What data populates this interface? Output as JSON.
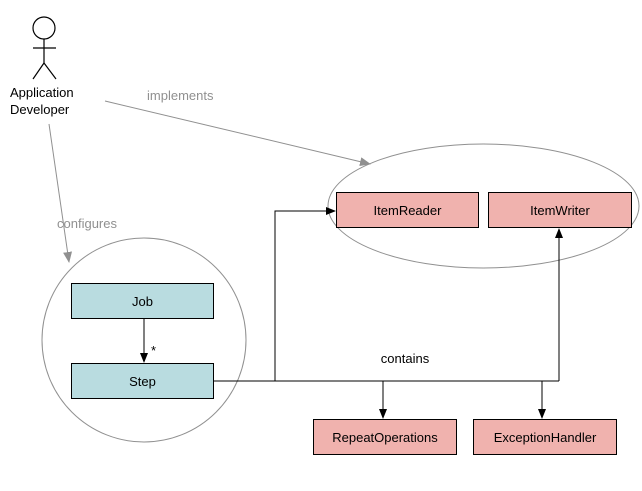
{
  "diagram": {
    "title_hint": "UML-style diagram of batch framework concepts",
    "actor": {
      "label": "Application Developer"
    },
    "labels": {
      "implements": "implements",
      "configures": "configures",
      "contains": "contains",
      "multiplicity": "*"
    },
    "nodes": {
      "job": {
        "label": "Job",
        "fill": "#b9dce0"
      },
      "step": {
        "label": "Step",
        "fill": "#b9dce0"
      },
      "item_reader": {
        "label": "ItemReader",
        "fill": "#f0b2ae"
      },
      "item_writer": {
        "label": "ItemWriter",
        "fill": "#f0b2ae"
      },
      "repeat_operations": {
        "label": "RepeatOperations",
        "fill": "#f0b2ae"
      },
      "exception_handler": {
        "label": "ExceptionHandler",
        "fill": "#f0b2ae"
      }
    },
    "groups": {
      "configuration_circle": {
        "shape": "circle",
        "stroke": "#909090"
      },
      "io_ellipse": {
        "shape": "ellipse",
        "stroke": "#909090"
      }
    },
    "colors": {
      "node_pink": "#f0b2ae",
      "node_blue": "#b9dce0",
      "gray_line": "#909090",
      "gray_text": "#909090",
      "black_line": "#000000",
      "background": "#ffffff"
    }
  }
}
